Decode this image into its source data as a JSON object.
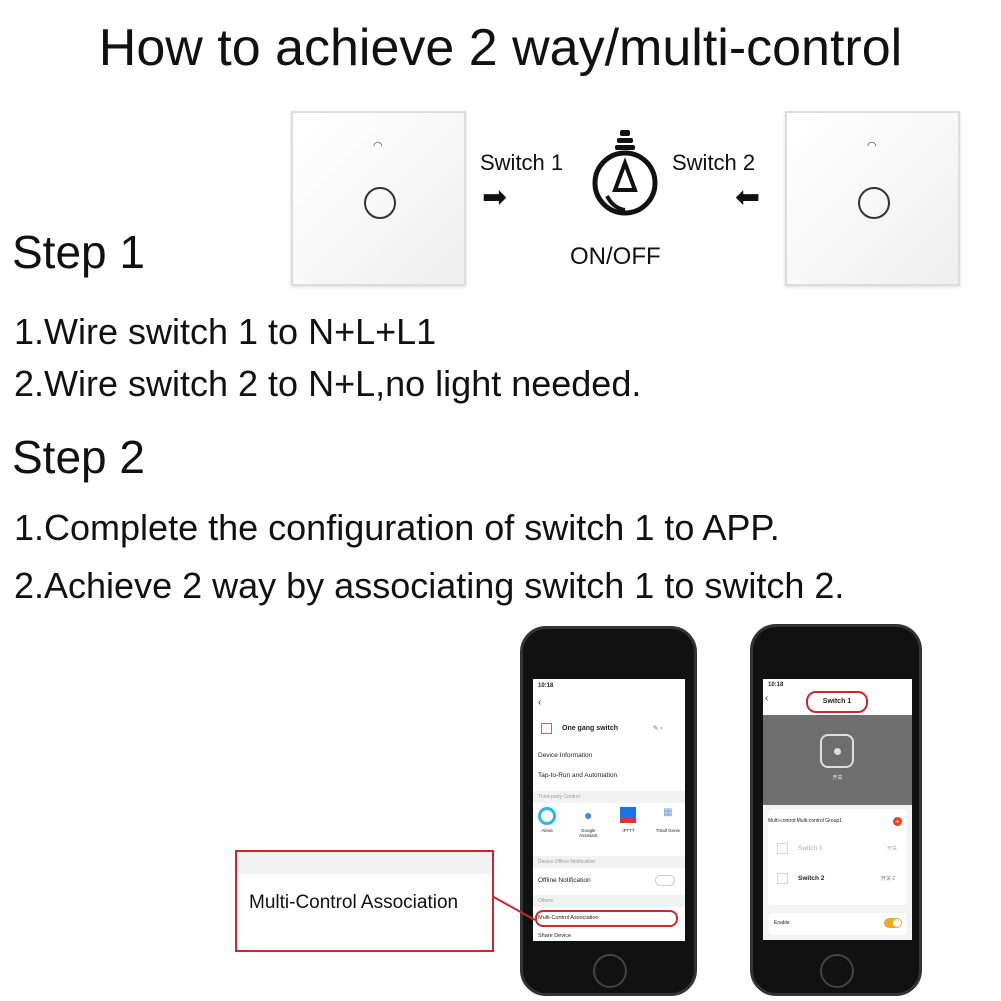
{
  "title": "How to achieve 2 way/multi-control",
  "diagram": {
    "switch1_label": "Switch 1",
    "switch2_label": "Switch 2",
    "bulb_label": "ON/OFF"
  },
  "step1": {
    "heading": "Step 1",
    "lines": [
      "1.Wire switch 1 to N+L+L1",
      "2.Wire switch 2 to N+L,no light needed."
    ]
  },
  "step2": {
    "heading": "Step 2",
    "lines": [
      "1.Complete the configuration of switch 1 to APP.",
      "2.Achieve 2 way by associating switch 1 to switch 2."
    ]
  },
  "callout": {
    "label": "Multi-Control Association",
    "color": "#c8282e"
  },
  "phone1": {
    "time": "10:18",
    "device_name": "One gang switch",
    "items": [
      "Device Information",
      "Tap-to-Run and Automation"
    ],
    "third_party_header": "Third-party Control",
    "services": [
      "Alexa",
      "Google Assistant",
      "IFTTT",
      "Tmall Genie"
    ],
    "offline_header": "Device Offline Notification",
    "offline_label": "Offline Notification",
    "offline_enabled": false,
    "others_header": "Others",
    "multi_control": "Multi-Control Association",
    "share": "Share Device"
  },
  "phone2": {
    "time": "10:18",
    "title": "Switch 1",
    "switch_caption": "开关",
    "group_label": "Multi-control:Multi-control Group1",
    "members": [
      {
        "name": "Switch 1",
        "channel": "开关"
      },
      {
        "name": "Switch 2",
        "channel": "开关 2"
      }
    ],
    "enable_label": "Enable",
    "enabled": true,
    "accent": "#f5a623"
  }
}
